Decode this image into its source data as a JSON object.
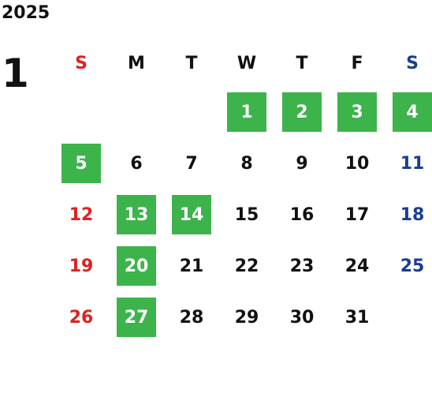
{
  "header": {
    "year": "2025",
    "month": "1"
  },
  "weekdays": [
    "S",
    "M",
    "T",
    "W",
    "T",
    "F",
    "S"
  ],
  "weeks": [
    [
      "",
      "",
      "",
      "1",
      "2",
      "3",
      "4"
    ],
    [
      "5",
      "6",
      "7",
      "8",
      "9",
      "10",
      "11"
    ],
    [
      "12",
      "13",
      "14",
      "15",
      "16",
      "17",
      "18"
    ],
    [
      "19",
      "20",
      "21",
      "22",
      "23",
      "24",
      "25"
    ],
    [
      "26",
      "27",
      "28",
      "29",
      "30",
      "31",
      ""
    ]
  ],
  "highlighted_days": [
    "1",
    "2",
    "3",
    "4",
    "5",
    "13",
    "14",
    "20",
    "27"
  ],
  "colors": {
    "highlight": "#3cb44b",
    "sunday": "#e02020",
    "saturday": "#1a3c94",
    "weekday": "#111111"
  }
}
